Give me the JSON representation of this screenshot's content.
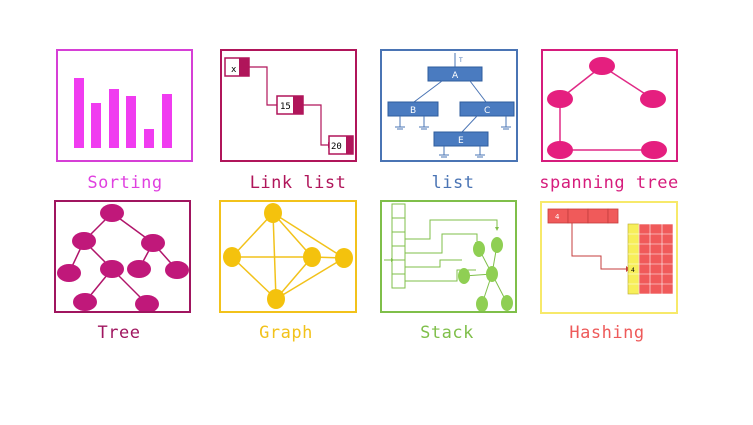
{
  "tiles": [
    {
      "label": "Sorting",
      "color": "#e040e0"
    },
    {
      "label": "Link list",
      "color": "#b0155a"
    },
    {
      "label": "list",
      "color": "#4a74b4"
    },
    {
      "label": "spanning tree",
      "color": "#d61c7c"
    },
    {
      "label": "Tree",
      "color": "#a0155f"
    },
    {
      "label": "Graph",
      "color": "#f2c21b"
    },
    {
      "label": "Stack",
      "color": "#7fbf4a"
    },
    {
      "label": "Hashing",
      "color": "#ee5a5a"
    }
  ],
  "linklist_nodes": [
    "x",
    "15",
    "20"
  ],
  "list_nodes": [
    "A",
    "B",
    "C",
    "E"
  ],
  "hash_values": [
    "4",
    "4"
  ]
}
